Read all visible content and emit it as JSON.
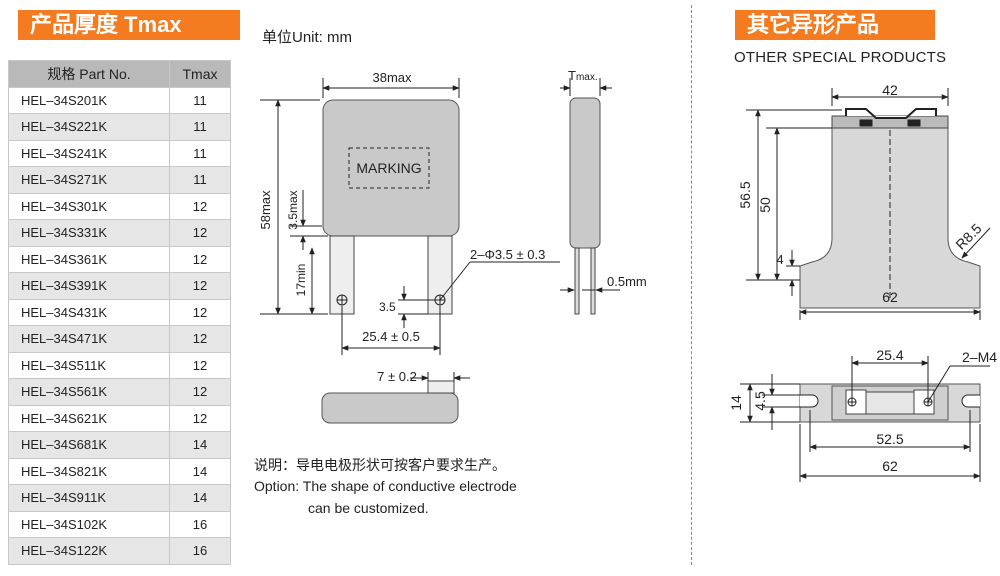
{
  "left_title": "产品厚度 Tmax",
  "unit_label": "单位Unit: mm",
  "right_title": "其它异形产品",
  "right_subtitle": "OTHER SPECIAL PRODUCTS",
  "table": {
    "headers": [
      "规格 Part No.",
      "Tmax"
    ],
    "rows": [
      [
        "HEL–34S201K",
        "11"
      ],
      [
        "HEL–34S221K",
        "11"
      ],
      [
        "HEL–34S241K",
        "11"
      ],
      [
        "HEL–34S271K",
        "11"
      ],
      [
        "HEL–34S301K",
        "12"
      ],
      [
        "HEL–34S331K",
        "12"
      ],
      [
        "HEL–34S361K",
        "12"
      ],
      [
        "HEL–34S391K",
        "12"
      ],
      [
        "HEL–34S431K",
        "12"
      ],
      [
        "HEL–34S471K",
        "12"
      ],
      [
        "HEL–34S511K",
        "12"
      ],
      [
        "HEL–34S561K",
        "12"
      ],
      [
        "HEL–34S621K",
        "12"
      ],
      [
        "HEL–34S681K",
        "14"
      ],
      [
        "HEL–34S821K",
        "14"
      ],
      [
        "HEL–34S911K",
        "14"
      ],
      [
        "HEL–34S102K",
        "16"
      ],
      [
        "HEL–34S122K",
        "16"
      ]
    ]
  },
  "drawing": {
    "width_label": "38max",
    "height_label": "58max",
    "marking": "MARKING",
    "lead_len_label": "3.5max",
    "min_label": "17min",
    "hole_label": "2–Φ3.5 ± 0.3",
    "hole_offset": "3.5",
    "pitch_label": "25.4 ± 0.5",
    "tmax_label": "T",
    "tmax_sub": "max.",
    "thickness_label": "0.5mm",
    "bend_label": "7 ± 0.2"
  },
  "notes": {
    "cn": "说明：导电电极形状可按客户要求生产。",
    "en_line1": "Option: The shape of conductive electrode",
    "en_line2": "can be customized."
  },
  "special": {
    "top_width": "42",
    "height_total": "56.5",
    "height_inner": "50",
    "radius": "R8.5",
    "foot": "4",
    "base_width": "62",
    "pitch": "25.4",
    "screws": "2–M4",
    "depth": "14",
    "slot": "4.5",
    "mount_pitch": "52.5",
    "bottom_width": "62"
  }
}
